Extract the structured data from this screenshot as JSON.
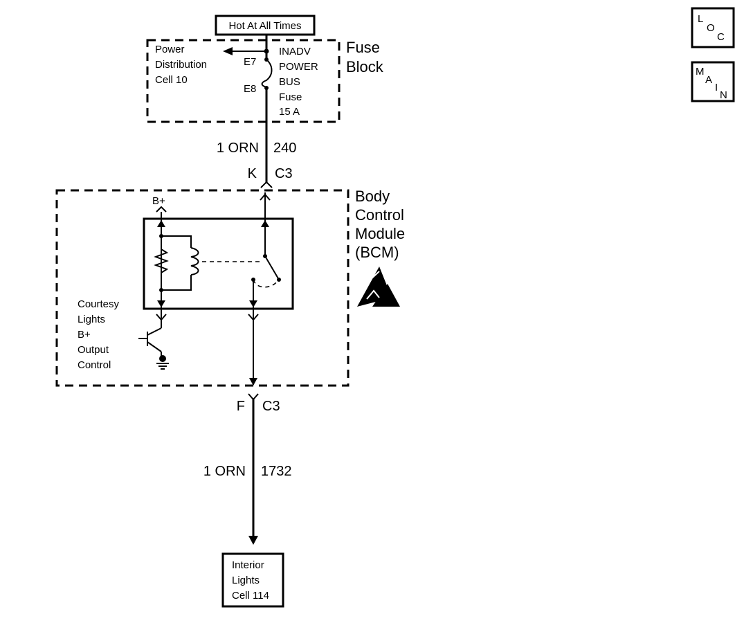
{
  "power_source": {
    "label": "Hot At All Times"
  },
  "fuse_block": {
    "name_line1": "Fuse",
    "name_line2": "Block",
    "pdc_lines": [
      "Power",
      "Distribution",
      "Cell 10"
    ],
    "terminal_top": "E7",
    "terminal_bottom": "E8",
    "fuse_lines": [
      "INADV",
      "POWER",
      "BUS",
      "Fuse",
      "15 A"
    ]
  },
  "wire_upper": {
    "gauge_color": "1 ORN",
    "circuit": "240"
  },
  "connector_upper": {
    "pin": "K",
    "connector": "C3"
  },
  "bcm": {
    "name_lines": [
      "Body",
      "Control",
      "Module",
      "(BCM)"
    ],
    "bplus": "B+",
    "output_lines": [
      "Courtesy",
      "Lights",
      "B+",
      "Output",
      "Control"
    ]
  },
  "connector_lower": {
    "pin": "F",
    "connector": "C3"
  },
  "wire_lower": {
    "gauge_color": "1 ORN",
    "circuit": "1732"
  },
  "destination": {
    "lines": [
      "Interior",
      "Lights",
      "Cell 114"
    ]
  },
  "nav_buttons": {
    "loc": {
      "l1": "L",
      "l2": "O",
      "l3": "C"
    },
    "main": {
      "l1": "M",
      "l2": "A",
      "l3": "I",
      "l4": "N"
    }
  }
}
